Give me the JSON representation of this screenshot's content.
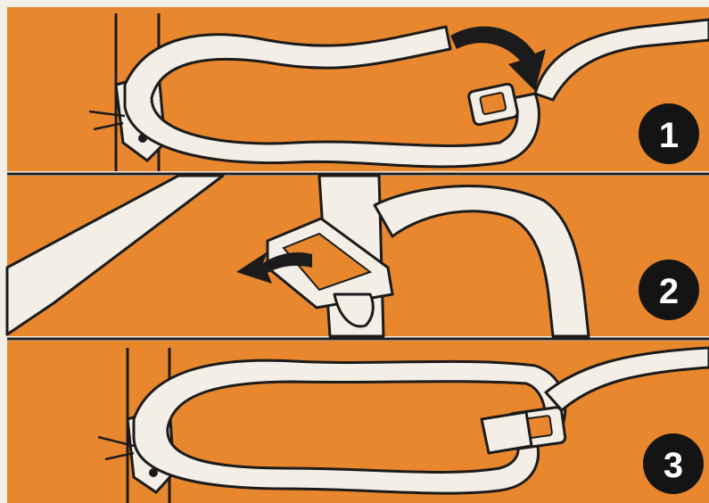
{
  "steps": [
    {
      "number": "1"
    },
    {
      "number": "2"
    },
    {
      "number": "3"
    }
  ],
  "colors": {
    "panel": "#e8872e",
    "strap": "#f3efe6",
    "ink": "#1b1b1b",
    "background": "#f4efe6"
  }
}
